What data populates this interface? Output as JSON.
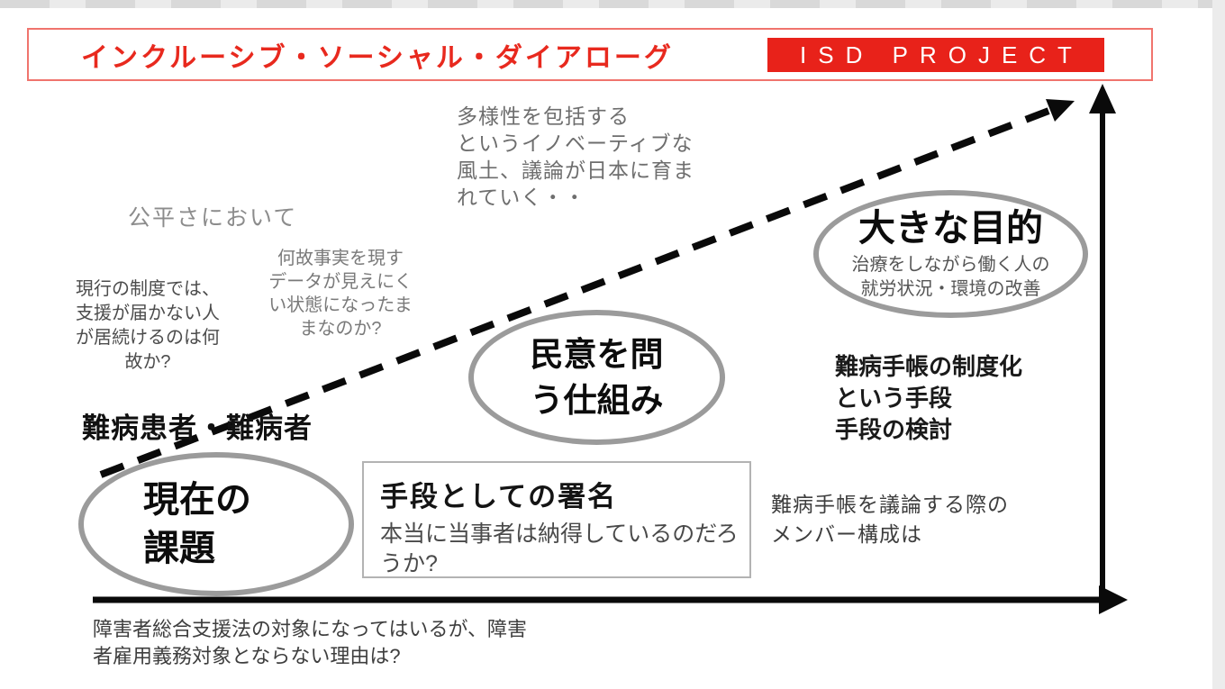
{
  "slide": {
    "header": {
      "title": "インクルーシブ・ソーシャル・ダイアローグ",
      "badge": "ISD PROJECT"
    },
    "notes": {
      "diversity": "多様性を包括する\nというイノベーティブな\n風土、議論が日本に育ま\nれていく・・",
      "fairness": "公平さにおいて",
      "data_hidden": "何故事実を現す\nデータが見えにく\nい状態になったま\nまなのか?",
      "current_system": "現行の制度では、\n支援が届かない人\nが居続けるのは何\n故か?",
      "patients_label": "難病患者・難病者",
      "techo_means": "難病手帳の制度化\nという手段\n手段の検討",
      "techo_members": "難病手帳を議論する際の\nメンバー構成は",
      "employment": "障害者総合支援法の対象になってはいるが、障害\n者雇用義務対象とならない理由は?"
    },
    "ellipses": {
      "current_issue": "現在の\n課題",
      "public_opinion": "民意を問\nう仕組み",
      "big_goal_title": "大きな目的",
      "big_goal_subtitle": "治療をしながら働く人の\n就労状況・環境の改善"
    },
    "signature_box": {
      "title": "手段としての署名",
      "body": "本当に当事者は納得しているのだろ\nうか?"
    },
    "colors": {
      "accent_red": "#e8221a",
      "ellipse_stroke": "#9b9b9b",
      "axis_black": "#0a0a0a"
    }
  }
}
